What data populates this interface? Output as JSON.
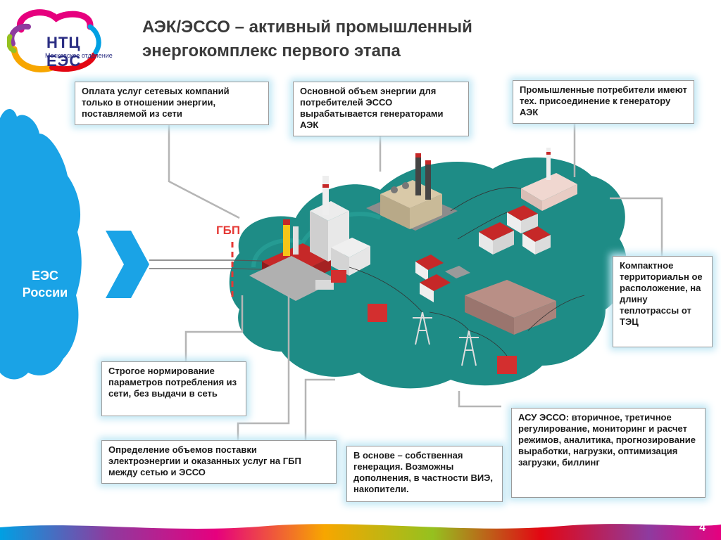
{
  "logo": {
    "name": "НТЦ ЕЭС",
    "subtitle": "Московское отделение"
  },
  "title": "АЭК/ЭССО – активный промышленный энергокомплекс первого этапа",
  "left_region": {
    "label": "ЕЭС России"
  },
  "gbp_label": "ГБП",
  "callouts": {
    "network_payment": "Оплата услуг сетевых компаний только в отношении энергии, поставляемой из сети",
    "main_energy": "Основной объем энергии для потребителей ЭССО вырабатывается генераторами АЭК",
    "industrial_consumers": "Промышленные потребители имеют тех. присоединение к генератору АЭК",
    "compact_location": "Компактное территориальн ое расположение, на длину теплотрассы от ТЭЦ",
    "strict_norms": "Строгое нормирование параметров потребления из сети, без выдачи в сеть",
    "volume_definition": "Определение объемов поставки электроэнергии и оказанных услуг на ГБП между сетью и ЭССО",
    "own_generation": "В основе – собственная генерация. Возможны дополнения, в частности ВИЭ, накопители.",
    "asu": "АСУ ЭССО: вторичное, третичное регулирование, мониторинг и расчет режимов, аналитика, прогнозирование выработки, нагрузки, оптимизация загрузки, биллинг"
  },
  "page_number": "4",
  "colors": {
    "ees_blue": "#1aa3e6",
    "cloud_teal": "#1e8c86",
    "title_gray": "#3a3a3a",
    "gbp_red": "#e53935",
    "logo_navy": "#2b2e83",
    "glow": "#bfe6f4"
  }
}
